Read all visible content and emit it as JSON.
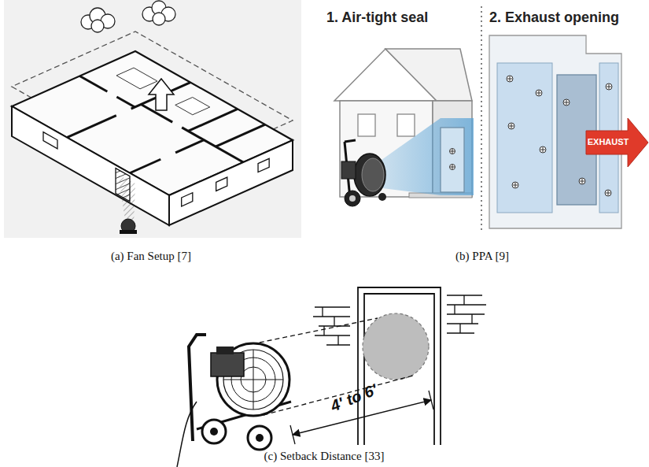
{
  "diagram": {
    "labels": [
      "1. Air-tight seal",
      "2. Exhaust opening",
      "EXHAUST",
      "(a) Fan Setup [7]",
      "(b) PPA [9]",
      "4' to 6'",
      "(c) Setback Distance [33]"
    ]
  }
}
